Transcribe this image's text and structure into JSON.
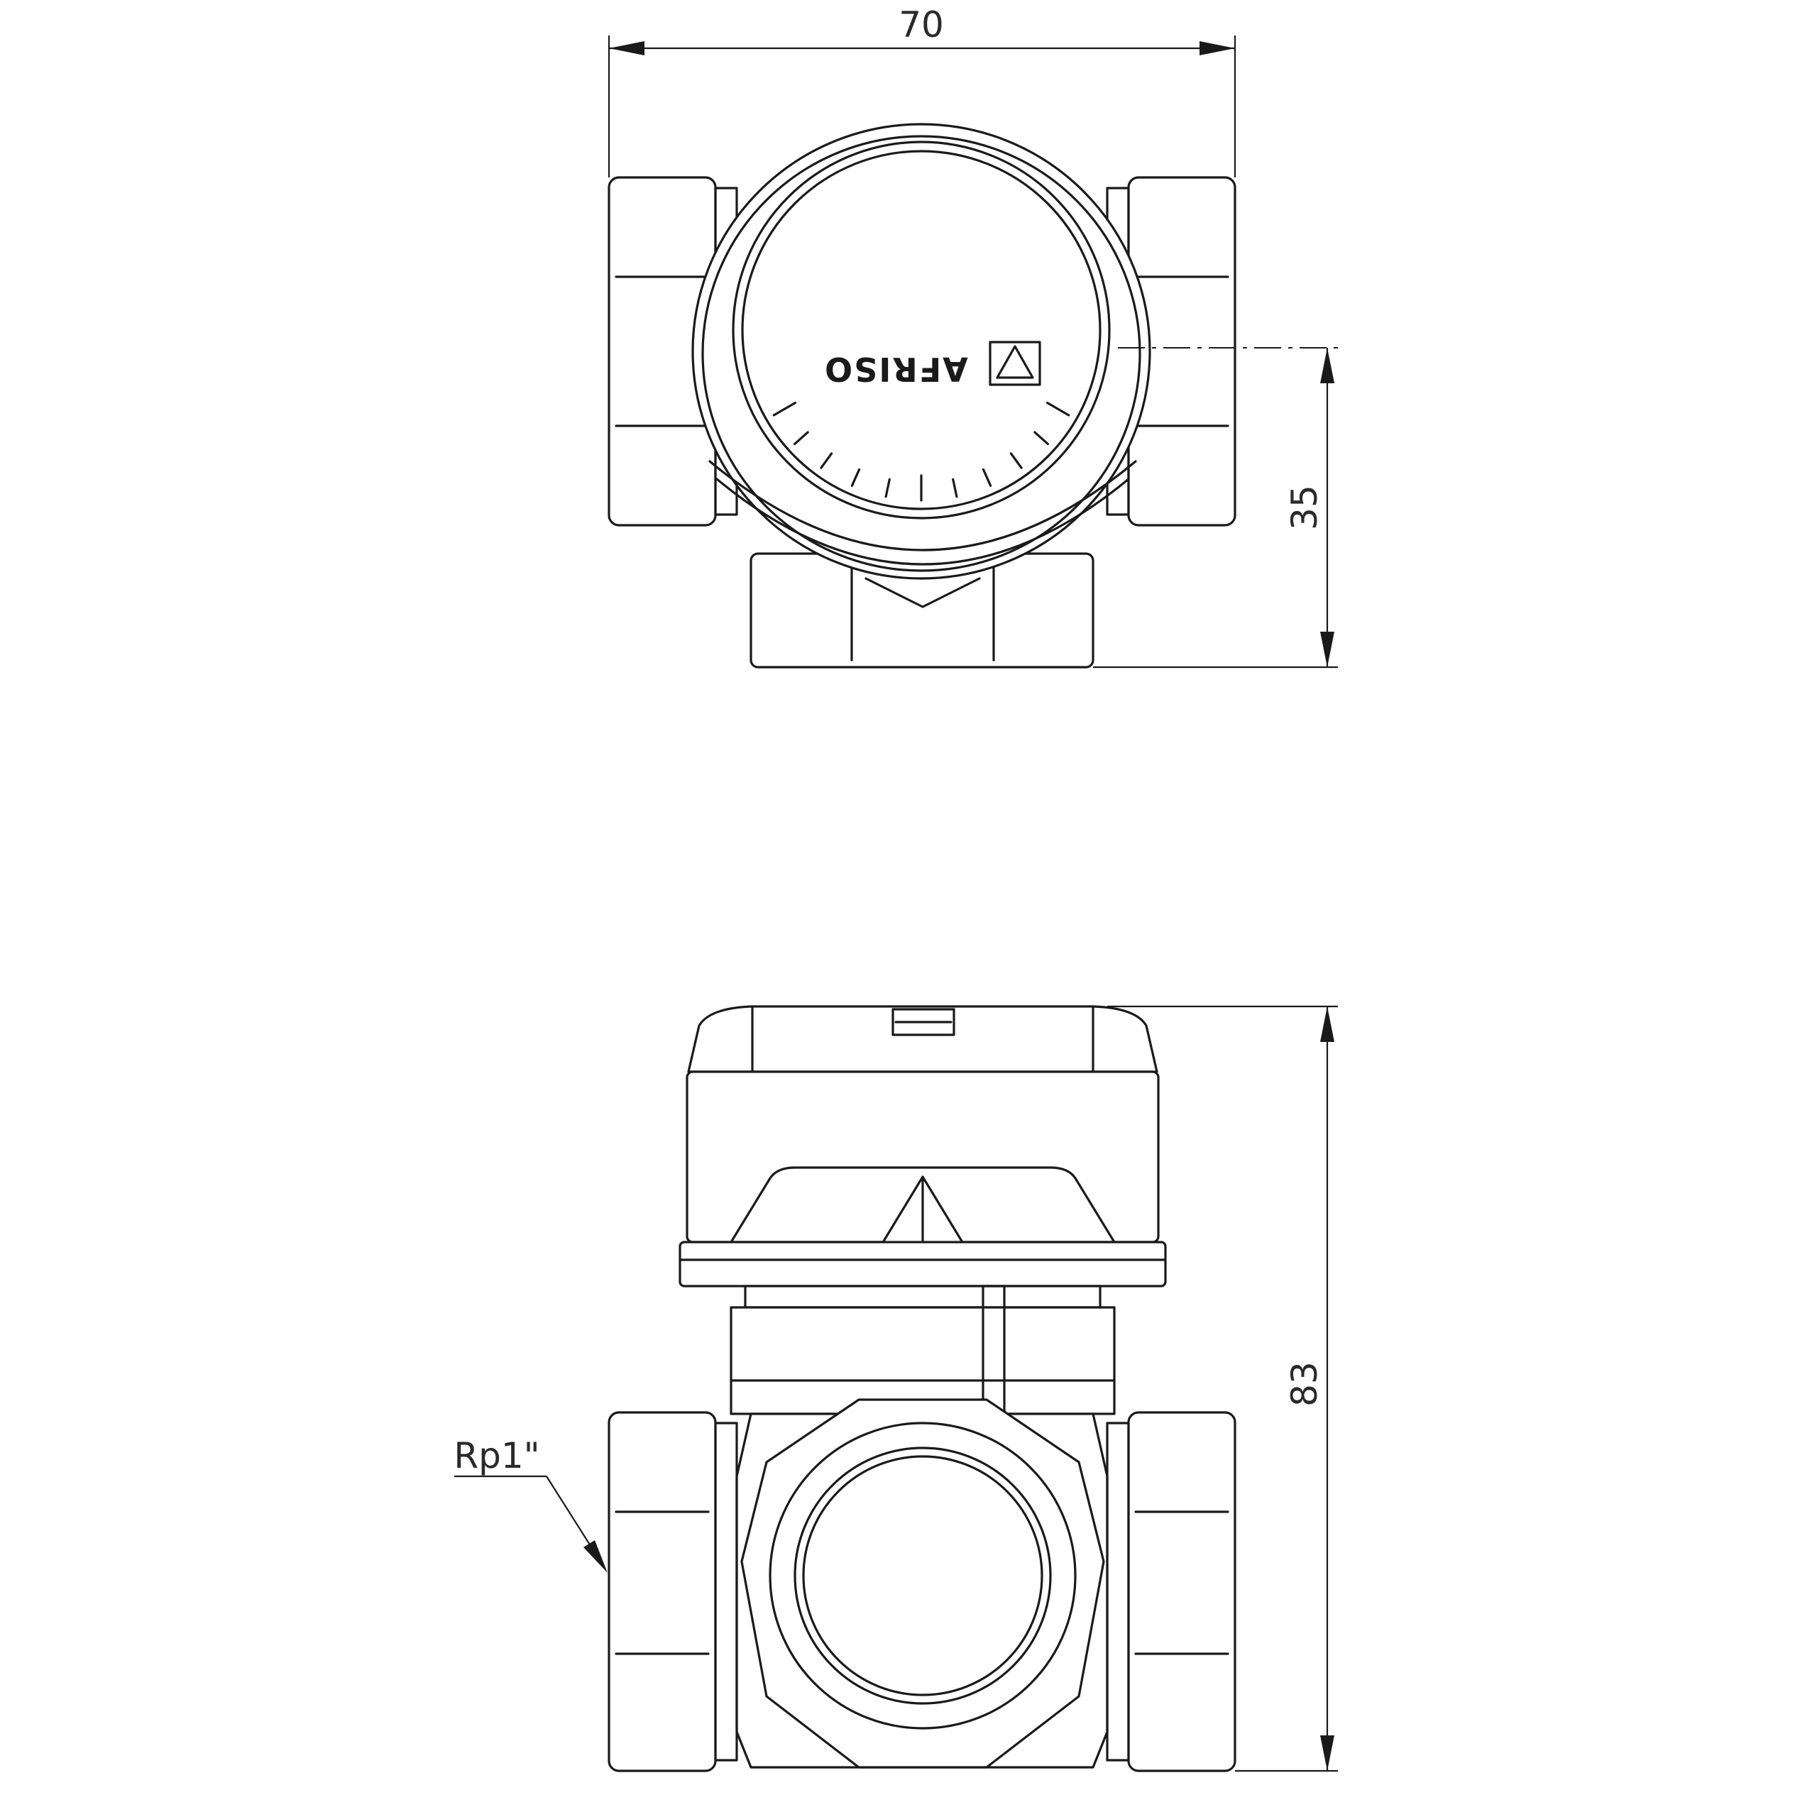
{
  "dimensions": {
    "width": "70",
    "height_top_view": "35",
    "height_side_view": "83",
    "thread": "Rp1\""
  },
  "brand": {
    "logo_text": "AFRISO"
  },
  "colors": {
    "line": "#1a1a1a",
    "background": "#ffffff"
  }
}
